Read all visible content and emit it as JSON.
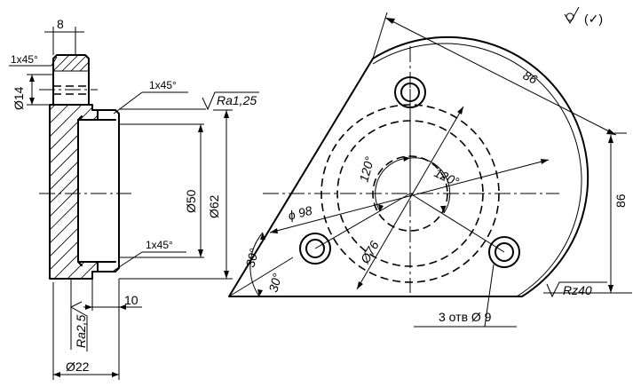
{
  "roughness": {
    "general": "✓",
    "general_suffix": "(✓)"
  },
  "left_view": {
    "dim_width_8": "8",
    "chamfer_1": "1x45°",
    "dia_14": "Ø14",
    "chamfer_2": "1x45°",
    "ra_125": "Ra1,25",
    "dia_50": "Ø50",
    "dia_62": "Ø62",
    "chamfer_3": "1x45°",
    "dim_10": "10",
    "ra_25": "Ra2,5",
    "dia_22": "Ø22"
  },
  "right_view": {
    "dim_86_top": "86",
    "dim_86_right": "86",
    "angle_120a": "120°",
    "angle_120b": "120°",
    "dia_98": "ϕ 98",
    "dia_76": "Ø76",
    "angle_30a": "30°",
    "angle_30b": "30°",
    "rz_40": "Rz40",
    "holes_note": "3 отв Ø 9"
  }
}
